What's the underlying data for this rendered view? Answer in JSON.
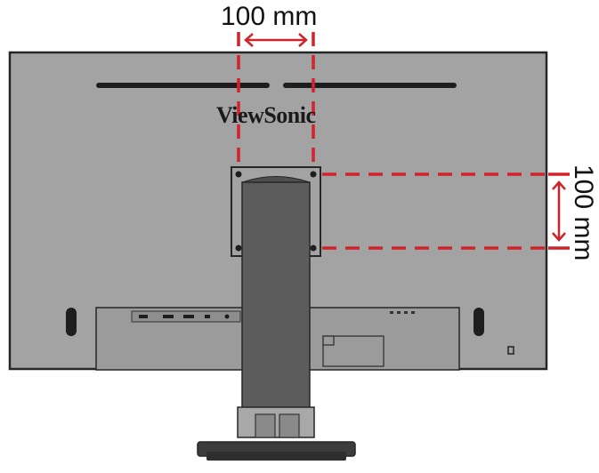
{
  "diagram": {
    "horizontal_spacing_label": "100 mm",
    "vertical_spacing_label": "100 mm",
    "brand_logo": "ViewSonic"
  },
  "colors": {
    "monitor_back": "#a3a3a3",
    "monitor_outline": "#262626",
    "stand": "#5c5c5c",
    "guide_line": "#d1232a",
    "background": "#ffffff"
  },
  "icons": [
    "double-arrow-horizontal",
    "double-arrow-vertical",
    "vesa-screw-hole",
    "kensington-lock",
    "speaker-grille"
  ]
}
